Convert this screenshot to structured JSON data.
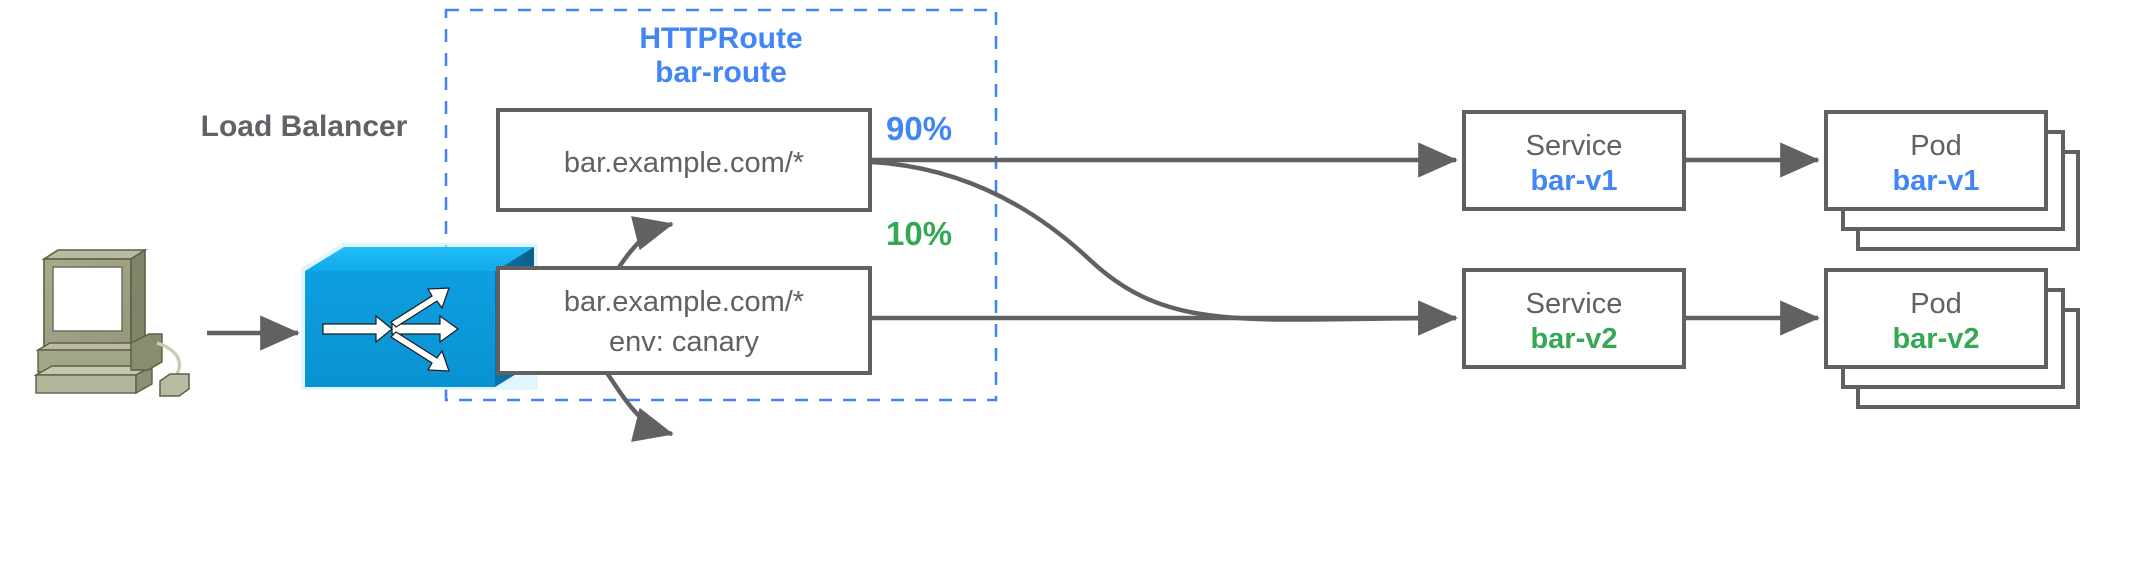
{
  "diagram": {
    "title": "HTTPRoute traffic splitting canary diagram",
    "colors": {
      "blue": "#4285f4",
      "green": "#34a853",
      "gray": "#616161",
      "lb_blue": "#0b9ade",
      "lb_blue_top": "#13b1f0",
      "lb_blue_side": "#0a6d9e",
      "computer_body": "#9a9b7f",
      "computer_light": "#c3c4ad",
      "computer_dark": "#7f8166",
      "white": "#ffffff"
    }
  },
  "client": {
    "icon": "desktop-computer-icon",
    "mouse_icon": "computer-mouse-icon"
  },
  "load_balancer": {
    "label": "Load Balancer",
    "icon": "load-balancer-box-icon"
  },
  "httproute": {
    "kind_label": "HTTPRoute",
    "name_label": "bar-route",
    "rules": [
      {
        "id": "rule-primary",
        "lines": [
          "bar.example.com/*"
        ]
      },
      {
        "id": "rule-canary",
        "lines": [
          "bar.example.com/*",
          "env: canary"
        ]
      }
    ]
  },
  "weights": [
    {
      "id": "weight-90",
      "label": "90%",
      "color": "#4285f4"
    },
    {
      "id": "weight-10",
      "label": "10%",
      "color": "#34a853"
    }
  ],
  "services": [
    {
      "id": "service-bar-v1",
      "kind_label": "Service",
      "name_label": "bar-v1",
      "color": "#4285f4"
    },
    {
      "id": "service-bar-v2",
      "kind_label": "Service",
      "name_label": "bar-v2",
      "color": "#34a853"
    }
  ],
  "pods": [
    {
      "id": "pod-bar-v1",
      "kind_label": "Pod",
      "name_label": "bar-v1",
      "color": "#4285f4",
      "stack_count": 3
    },
    {
      "id": "pod-bar-v2",
      "kind_label": "Pod",
      "name_label": "bar-v2",
      "color": "#34a853",
      "stack_count": 3
    }
  ]
}
